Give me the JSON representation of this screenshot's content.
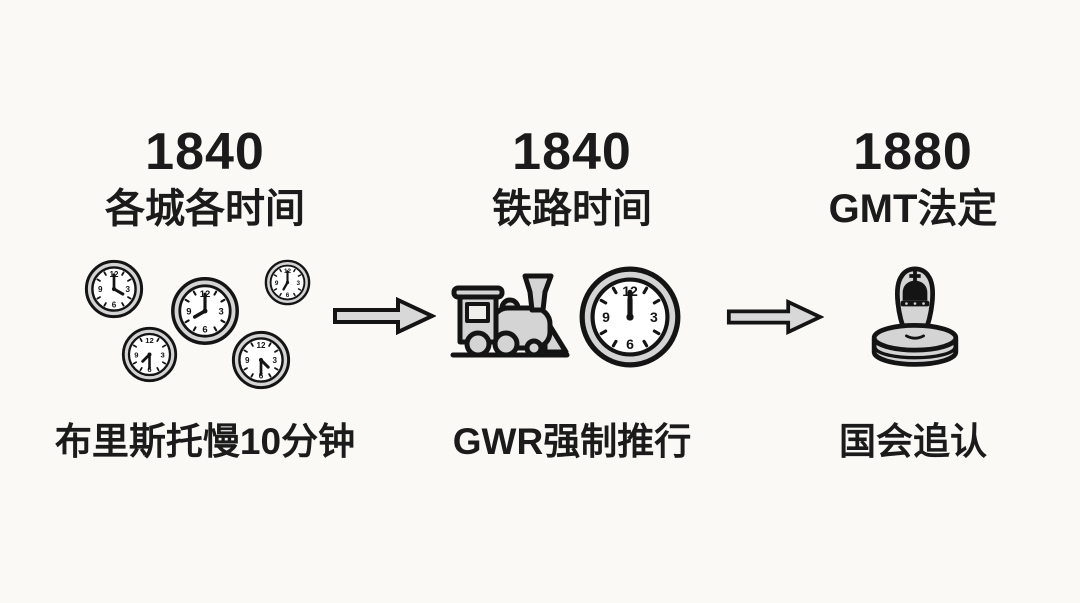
{
  "diagram": {
    "background": "#faf9f6",
    "ink": "#1b1b1b",
    "gray_fill": "#d4d4d4"
  },
  "columns": [
    {
      "year": "1840",
      "title": "各城各时间",
      "caption": "布里斯托慢10分钟",
      "icon": "clocks-cluster-icon",
      "clocks": [
        {
          "time": "4:00"
        },
        {
          "time": "8:00"
        },
        {
          "time": "7:00"
        },
        {
          "time": "7:30"
        },
        {
          "time": "4:30"
        }
      ]
    },
    {
      "year": "1840",
      "title": "铁路时间",
      "caption": "GWR强制推行",
      "icon": "train-and-clock-icon",
      "clock_time": "12:00"
    },
    {
      "year": "1880",
      "title": "GMT法定",
      "caption": "国会追认",
      "icon": "crown-stamp-icon"
    }
  ]
}
